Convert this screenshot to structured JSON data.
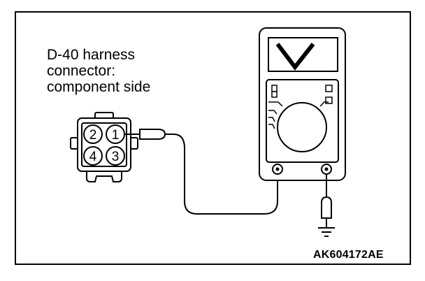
{
  "connector": {
    "label_lines": [
      "D-40 harness",
      "connector:",
      "component side"
    ],
    "pins": [
      "2",
      "1",
      "4",
      "3"
    ]
  },
  "multimeter": {
    "display_symbol": "V"
  },
  "figure_id": "AK604172AE"
}
